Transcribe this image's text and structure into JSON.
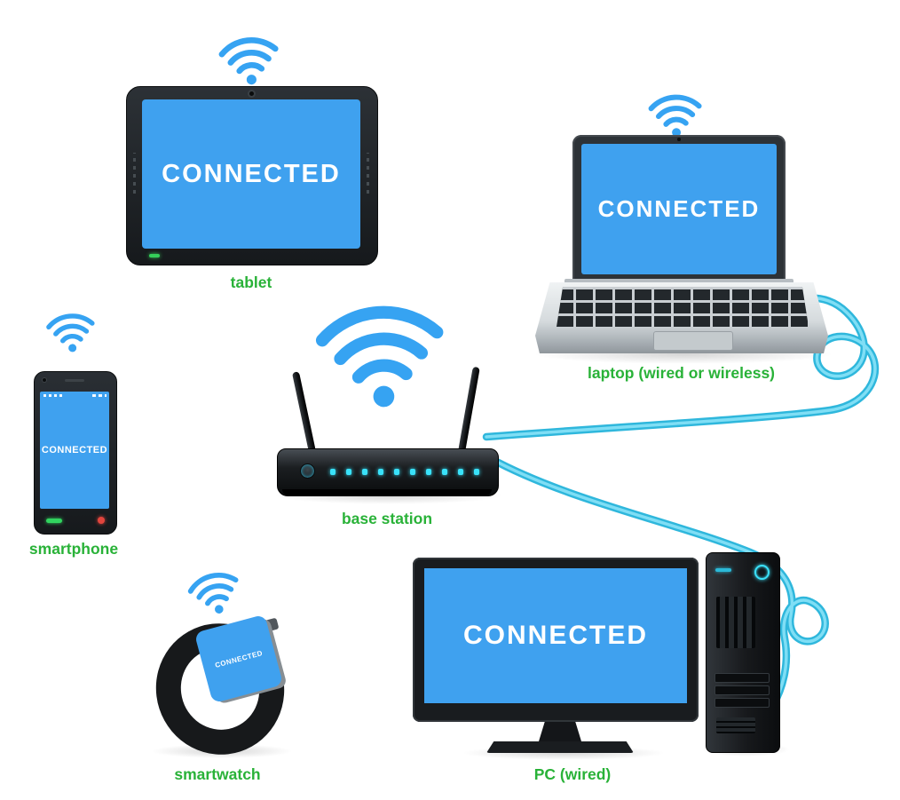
{
  "diagram": {
    "background": "#ffffff",
    "colors": {
      "screen_blue": "#3fa1ef",
      "label_green": "#29b238",
      "wifi_blue": "#36a3f2",
      "cable_cyan": "#3cc6e8",
      "device_dark": "#1c2023"
    },
    "devices": {
      "tablet": {
        "label": "tablet",
        "screen_text": "CONNECTED"
      },
      "laptop": {
        "label": "laptop (wired or wireless)",
        "screen_text": "CONNECTED"
      },
      "smartphone": {
        "label": "smartphone",
        "screen_text": "CONNECTED"
      },
      "base_station": {
        "label": "base station"
      },
      "smartwatch": {
        "label": "smartwatch",
        "screen_text": "CONNECTED"
      },
      "pc": {
        "label": "PC (wired)",
        "screen_text": "CONNECTED"
      }
    },
    "icons": {
      "wifi": "wifi-signal-arcs",
      "camera": "camera-dot",
      "power_led": "green-led",
      "router_leds": "cyan-status-leds"
    }
  }
}
